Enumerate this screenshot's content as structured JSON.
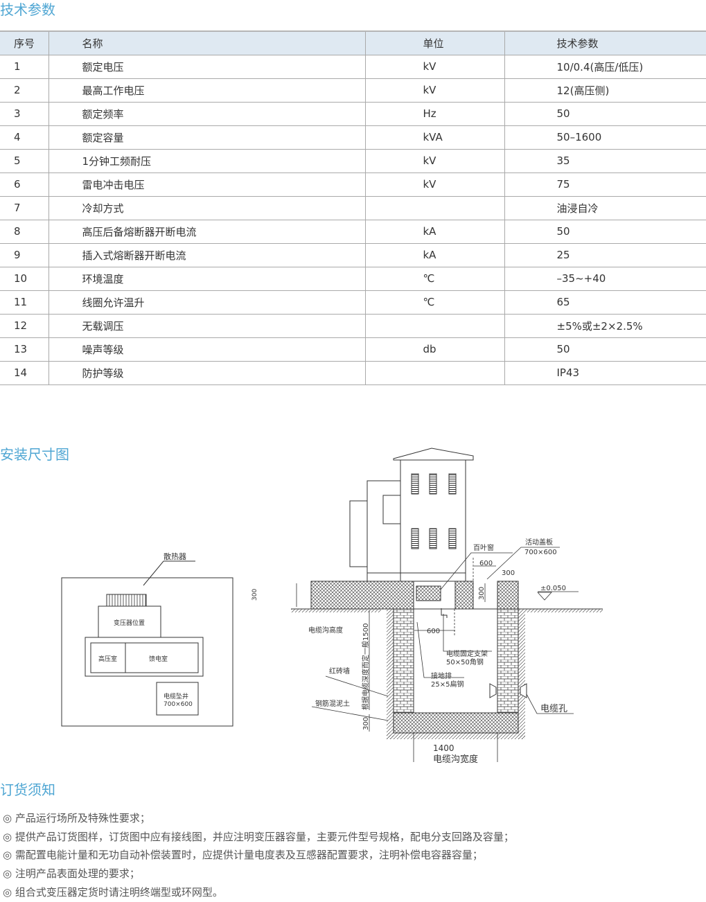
{
  "sections": {
    "tech": "技术参数",
    "install": "安装尺寸图",
    "order": "订货须知"
  },
  "table": {
    "headers": [
      "序号",
      "名称",
      "单位",
      "技术参数"
    ],
    "rows": [
      [
        "1",
        "额定电压",
        "kV",
        "10/0.4(高压/低压)"
      ],
      [
        "2",
        "最高工作电压",
        "kV",
        "12(高压侧)"
      ],
      [
        "3",
        "额定频率",
        "Hz",
        "50"
      ],
      [
        "4",
        "额定容量",
        "kVA",
        " 50–1600"
      ],
      [
        "5",
        "1分钟工频耐压",
        "kV",
        " 35"
      ],
      [
        "6",
        "雷电冲击电压",
        "kV",
        " 75"
      ],
      [
        "7",
        "冷却方式",
        "",
        "油浸自冷"
      ],
      [
        "8",
        "高压后备熔断器开断电流",
        "kA",
        "50"
      ],
      [
        "9",
        "插入式熔断器开断电流",
        "kA",
        " 25"
      ],
      [
        "10",
        "环境温度",
        "℃",
        "–35~+40"
      ],
      [
        "11",
        "线圈允许温升",
        "℃",
        " 65"
      ],
      [
        "12",
        "无载调压",
        "",
        " ±5%或±2×2.5%"
      ],
      [
        "13",
        "噪声等级",
        "db",
        "50"
      ],
      [
        "14",
        "防护等级",
        "",
        " IP43"
      ]
    ]
  },
  "plan": {
    "radiator": "散热器",
    "transformer": "变压器位置",
    "hv_room": "高压室",
    "feed_room": "馈电室",
    "cable_well": "电缆坠井",
    "cable_well_size": "700×600",
    "dim_300": "300"
  },
  "section": {
    "louver": "百叶窗",
    "cover": "活动盖板",
    "cover_size": "700×600",
    "dim_600_top": "600",
    "dim_300_top": "300",
    "level": "±0.050",
    "trench_height": "电缆沟高度",
    "depth_note": "根据电缆深度而定一般1500",
    "dim_600_mid": "600",
    "bracket": "电缆固定支架",
    "bracket_spec": "50×50角钢",
    "brick": "红砖墙",
    "ground_bar": "接地排",
    "ground_bar_spec": "25×5扁钢",
    "concrete": "钢筋混泥土",
    "cable_hole": "电缆孔",
    "dim_300_bottom": "300",
    "dim_300_slab": "300",
    "width": "1400",
    "width_label": "电缆沟宽度"
  },
  "notes": [
    "◎ 产品运行场所及特殊性要求；",
    "◎ 提供产品订货图样，订货图中应有接线图，并应注明变压器容量，主要元件型号规格，配电分支回路及容量；",
    "◎ 需配置电能计量和无功自动补偿装置时，应提供计量电度表及互感器配置要求，注明补偿电容器容量；",
    "◎ 注明产品表面处理的要求；",
    "◎ 组合式变压器定货时请注明终端型或环网型。"
  ]
}
